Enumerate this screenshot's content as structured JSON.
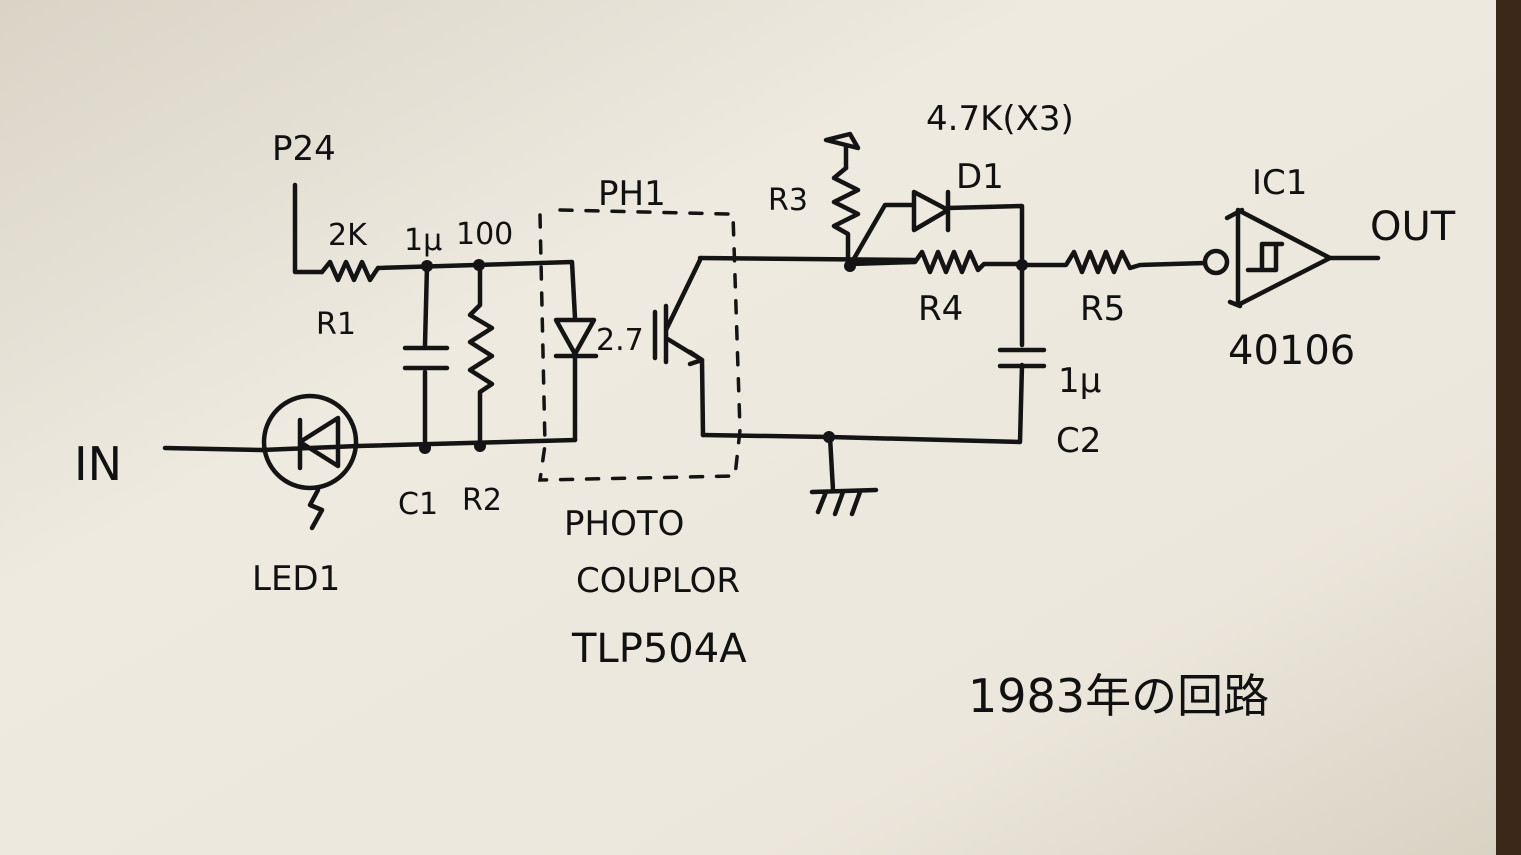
{
  "labels": {
    "power": "P24",
    "r1_value": "2K",
    "r1_name": "R1",
    "c1_value": "1μ",
    "r2_value": "100",
    "c1_name": "C1",
    "r2_name": "R2",
    "input": "IN",
    "led_name": "LED1",
    "led_value": "2.7",
    "ph_name": "PH1",
    "coupler_line1": "PHOTO",
    "coupler_line2": "COUPLOR",
    "coupler_part": "TLP504A",
    "r3_name": "R3",
    "resistor_note": "4.7K(X3)",
    "d1_name": "D1",
    "r4_name": "R4",
    "c2_value": "1μ",
    "c2_name": "C2",
    "r5_name": "R5",
    "ic_name": "IC1",
    "ic_part": "40106",
    "output": "OUT",
    "caption": "1983年の回路"
  },
  "colors": {
    "paper": "#eeeae0",
    "ink": "#141414",
    "backdrop": "#2a1d12"
  }
}
